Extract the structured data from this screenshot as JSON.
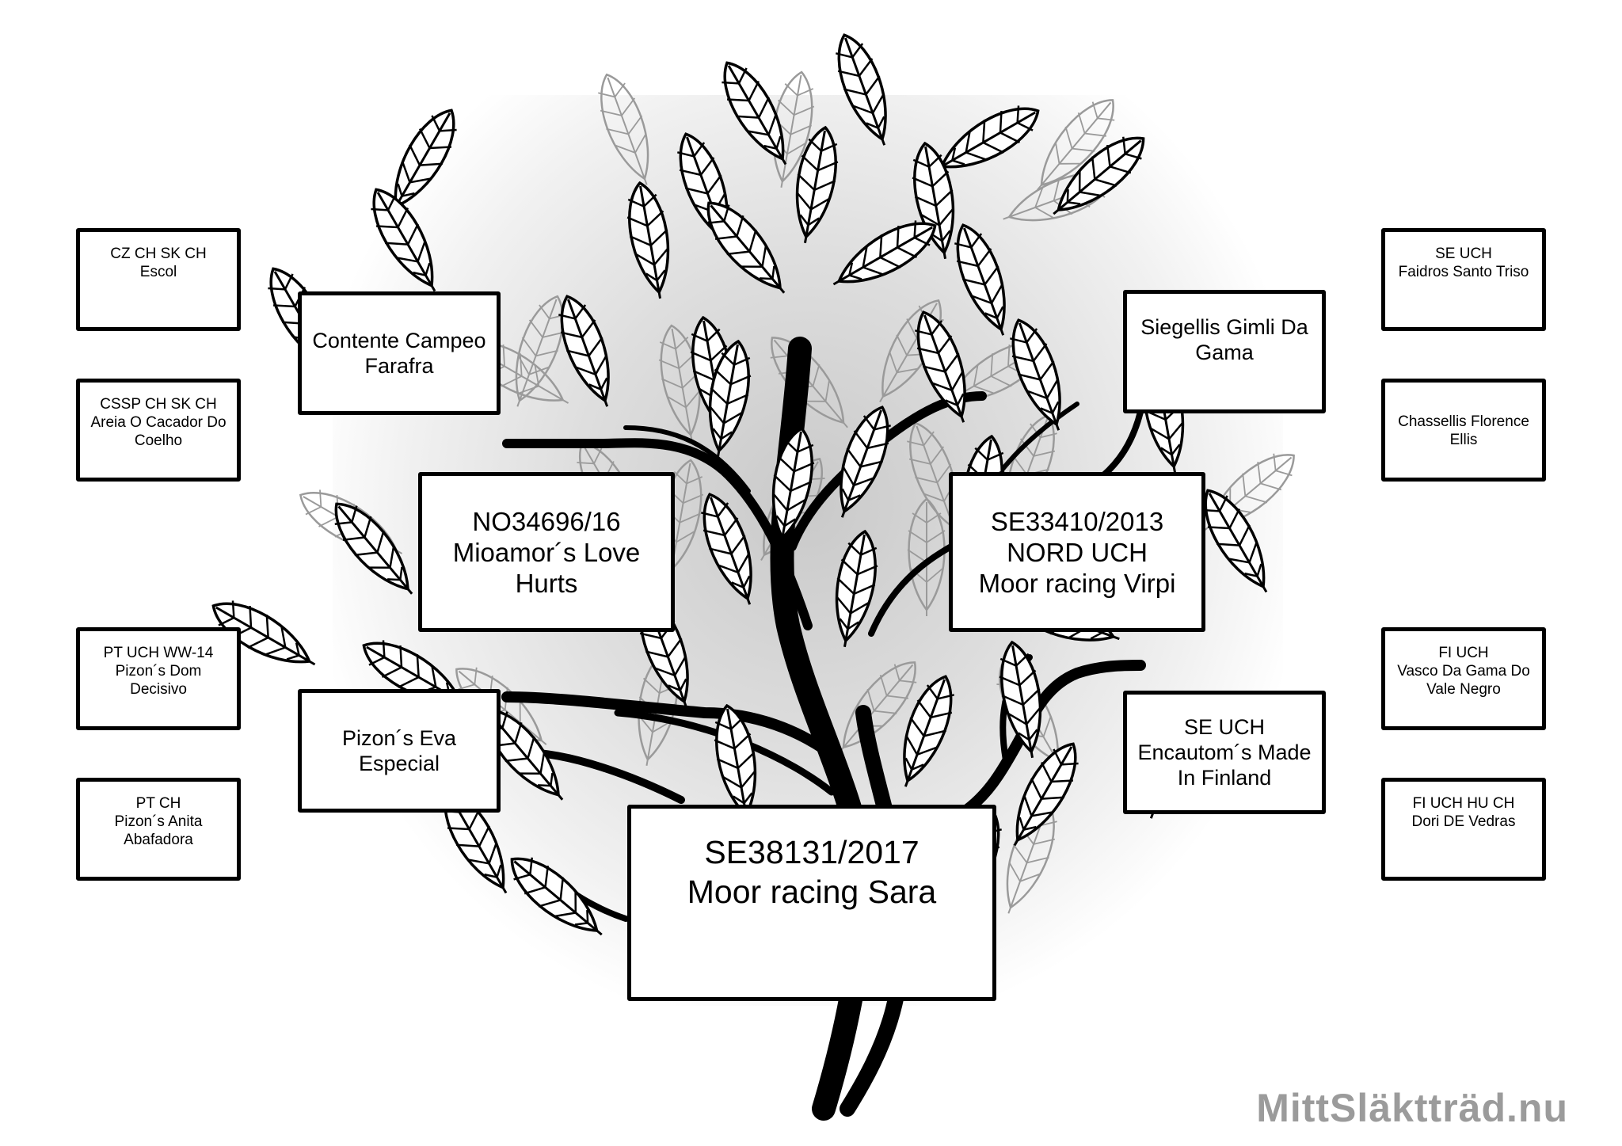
{
  "subject": {
    "line1": "SE38131/2017",
    "line2": "Moor racing Sara"
  },
  "sire": {
    "line1": "SE33410/2013",
    "line2": "NORD UCH",
    "line3": "Moor racing Virpi"
  },
  "dam": {
    "line1": "NO34696/16",
    "line2": "Mioamor´s Love",
    "line3": "Hurts"
  },
  "sire_sire": {
    "line1": "Siegellis Gimli Da",
    "line2": "Gama"
  },
  "sire_dam": {
    "line1": "SE UCH",
    "line2": "Encautom´s Made",
    "line3": "In Finland"
  },
  "dam_sire": {
    "line1": "Contente Campeo",
    "line2": "Farafra"
  },
  "dam_dam": {
    "line1": "Pizon´s Eva",
    "line2": "Especial"
  },
  "gen3": {
    "ss_sire": {
      "line1": "SE UCH",
      "line2": "Faidros Santo Triso"
    },
    "ss_dam": {
      "line1": "Chassellis Florence",
      "line2": "Ellis"
    },
    "sd_sire": {
      "line1": "FI UCH",
      "line2": "Vasco Da Gama Do",
      "line3": "Vale Negro"
    },
    "sd_dam": {
      "line1": "FI UCH HU CH",
      "line2": "Dori DE Vedras"
    },
    "ds_sire": {
      "line1": "CZ CH SK CH",
      "line2": "Escol"
    },
    "ds_dam": {
      "line1": "CSSP CH SK CH",
      "line2": "Areia O Cacador Do",
      "line3": "Coelho"
    },
    "dd_sire": {
      "line1": "PT UCH WW-14",
      "line2": "Pizon´s Dom",
      "line3": "Decisivo"
    },
    "dd_dam": {
      "line1": "PT CH",
      "line2": "Pizon´s Anita",
      "line3": "Abafadora"
    }
  },
  "watermark": "MittSläktträd.nu",
  "colors": {
    "box_border": "#000000",
    "leaf_dark": "#000000",
    "leaf_light": "#9a9a9a",
    "watermark": "#9b9b9b"
  }
}
